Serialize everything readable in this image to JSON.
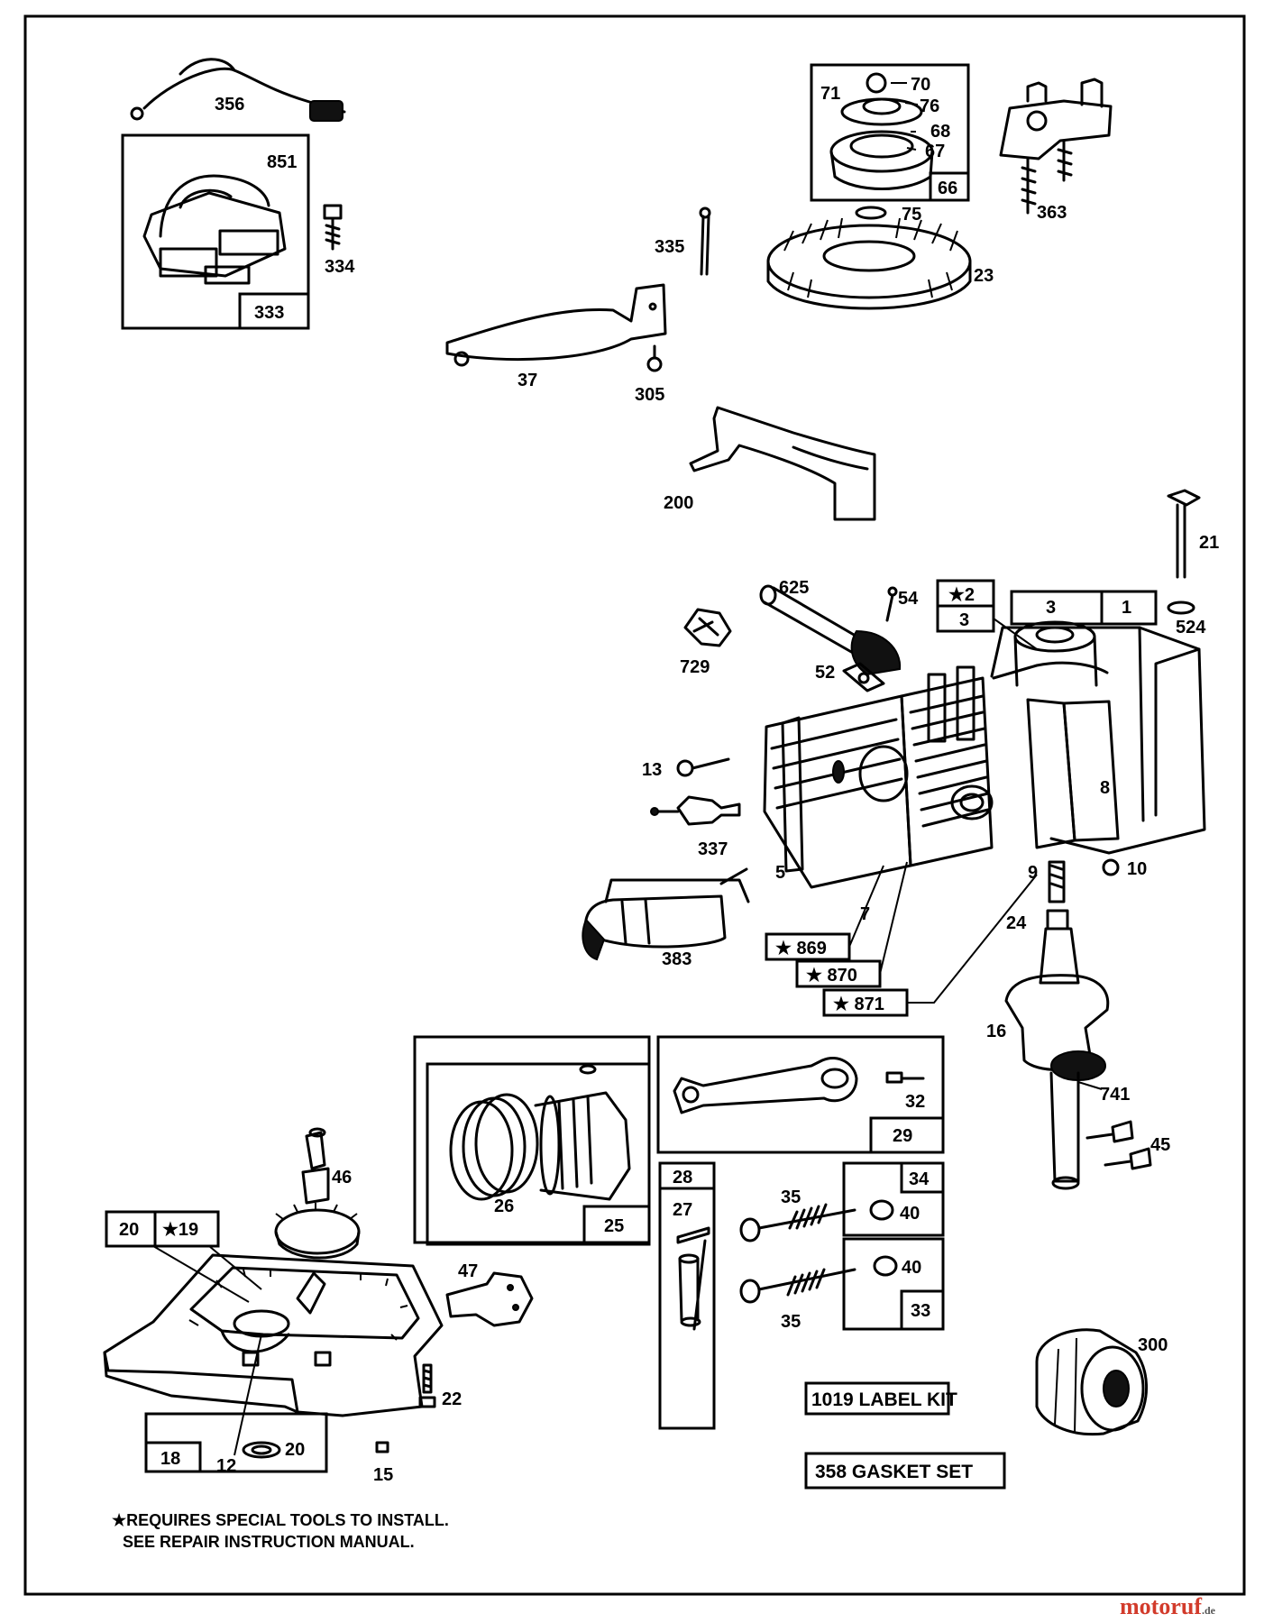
{
  "parts": {
    "p356": "356",
    "p851": "851",
    "p334": "334",
    "p333": "333",
    "p70": "70",
    "p71": "71",
    "p76": "76",
    "p68": "68",
    "p67": "67",
    "p66": "66",
    "p75": "75",
    "p363": "363",
    "p335": "335",
    "p23": "23",
    "p37": "37",
    "p305": "305",
    "p200": "200",
    "p21": "21",
    "p524": "524",
    "p625": "625",
    "p54": "54",
    "p2": "★2",
    "p3a": "3",
    "p3b": "3",
    "p1": "1",
    "p729": "729",
    "p52": "52",
    "p13": "13",
    "p337": "337",
    "p8": "8",
    "p5": "5",
    "p7": "7",
    "p9": "9",
    "p10": "10",
    "p24": "24",
    "p383": "383",
    "p869": "★ 869",
    "p870": "★ 870",
    "p871": "★ 871",
    "p16": "16",
    "p741": "741",
    "p45": "45",
    "p26": "26",
    "p25": "25",
    "p32": "32",
    "p29": "29",
    "p28": "28",
    "p27": "27",
    "p34": "34",
    "p35a": "35",
    "p40a": "40",
    "p40b": "40",
    "p35b": "35",
    "p33": "33",
    "p46": "46",
    "p20a": "20",
    "p19": "★19",
    "p47": "47",
    "p22": "22",
    "p18": "18",
    "p12": "12",
    "p20b": "20",
    "p15": "15",
    "p300": "300"
  },
  "kits": {
    "label_kit": "1019 LABEL KIT",
    "gasket_set": "358   GASKET SET"
  },
  "footnote": {
    "line1": "★REQUIRES SPECIAL TOOLS TO INSTALL.",
    "line2": "SEE REPAIR INSTRUCTION MANUAL."
  },
  "watermark": {
    "text": "motoruf",
    "suffix": ".de"
  }
}
